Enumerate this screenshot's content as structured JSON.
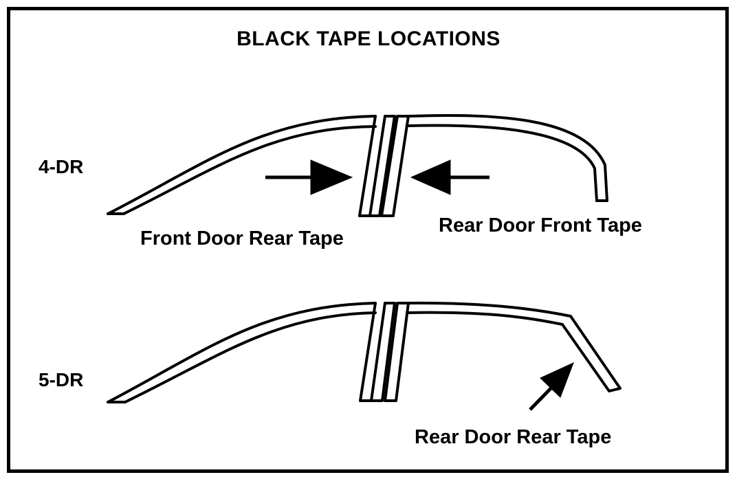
{
  "title": "BLACK TAPE LOCATIONS",
  "top_view": {
    "label": "4-DR",
    "callouts": {
      "front_door_rear_tape": "Front Door Rear Tape",
      "rear_door_front_tape": "Rear Door Front Tape"
    }
  },
  "bottom_view": {
    "label": "5-DR",
    "callouts": {
      "rear_door_rear_tape": "Rear Door Rear Tape"
    }
  },
  "colors": {
    "line": "#000000",
    "background": "#ffffff"
  }
}
